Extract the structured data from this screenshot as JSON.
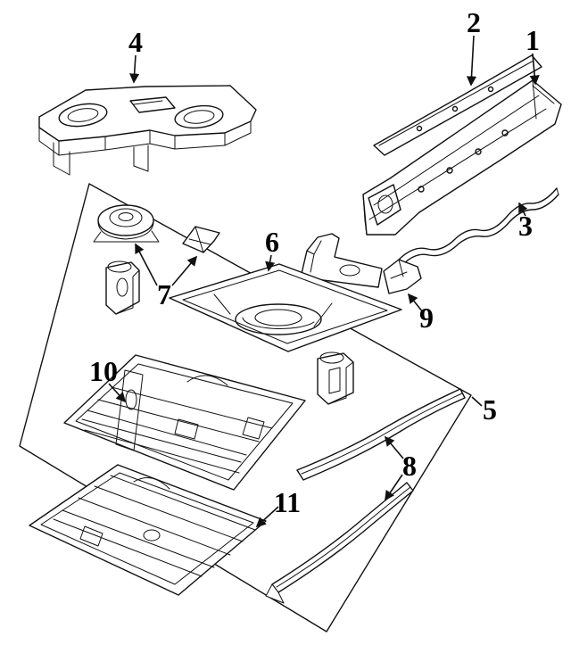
{
  "figure": {
    "background_color": "#ffffff",
    "line_color": "#111111",
    "text_color": "#000000"
  },
  "callouts": [
    {
      "label": "1"
    },
    {
      "label": "2"
    },
    {
      "label": "3"
    },
    {
      "label": "4"
    },
    {
      "label": "5"
    },
    {
      "label": "6"
    },
    {
      "label": "7"
    },
    {
      "label": "8"
    },
    {
      "label": "9"
    },
    {
      "label": "10"
    },
    {
      "label": "11"
    }
  ]
}
